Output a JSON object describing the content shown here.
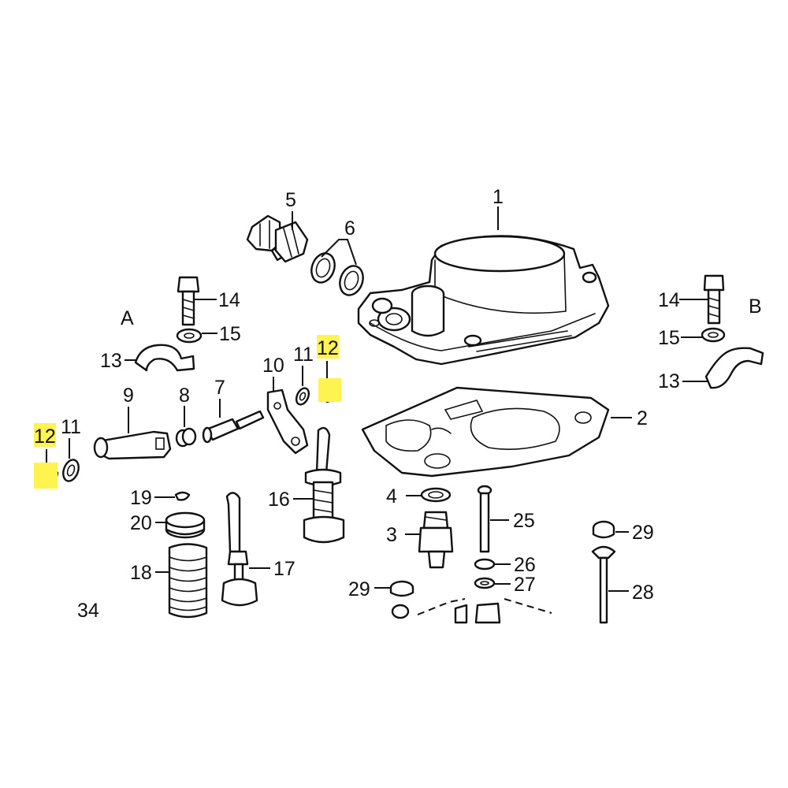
{
  "colors": {
    "highlight": "#fff44f",
    "line": "#111111",
    "background": "#ffffff"
  },
  "section_labels": {
    "a": "A",
    "b": "B"
  },
  "callouts": {
    "p1": "1",
    "p2": "2",
    "p3": "3",
    "p4": "4",
    "p5": "5",
    "p6": "6",
    "p7": "7",
    "p8": "8",
    "p9": "9",
    "p10": "10",
    "p11a": "11",
    "p11b": "11",
    "p12a": "12",
    "p12b": "12",
    "p13a": "13",
    "p13b": "13",
    "p14a": "14",
    "p14b": "14",
    "p15a": "15",
    "p15b": "15",
    "p16": "16",
    "p17": "17",
    "p18": "18",
    "p19": "19",
    "p20": "20",
    "p25": "25",
    "p26": "26",
    "p27": "27",
    "p28": "28",
    "p29a": "29",
    "p29b": "29",
    "p34": "34"
  }
}
